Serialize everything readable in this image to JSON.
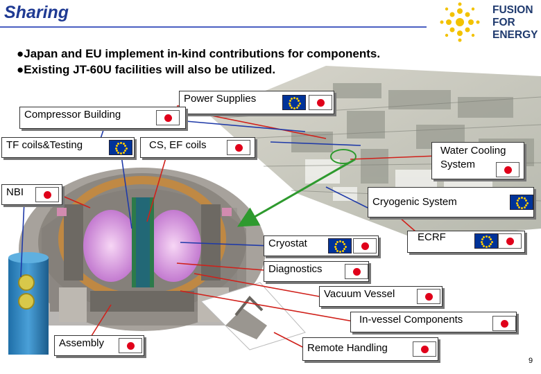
{
  "title": "Sharing",
  "bullets": [
    "●Japan and EU implement in-kind contributions for components.",
    "●Existing JT-60U facilities will also be utilized."
  ],
  "logo": {
    "line1": "FUSION",
    "line2": "FOR",
    "line3": "ENERGY"
  },
  "labels": {
    "power_supplies": "Power Supplies",
    "compressor_building": "Compressor Building",
    "tf_coils": "TF coils&Testing",
    "cs_ef_coils": "CS, EF coils",
    "water_cooling_1": "Water Cooling",
    "water_cooling_2": "System",
    "nbi": "NBI",
    "cryogenic": "Cryogenic System",
    "cryostat": "Cryostat",
    "ecrf": "ECRF",
    "diagnostics": "Diagnostics",
    "vacuum_vessel": "Vacuum Vessel",
    "in_vessel": "In-vessel Components",
    "assembly": "Assembly",
    "remote_handling": "Remote Handling"
  },
  "flag_icons": {
    "japan": "japan-flag-icon",
    "eu": "eu-flag-icon"
  },
  "colors": {
    "title": "#1f3a93",
    "japan_red": "#e0001a",
    "eu_blue": "#003399",
    "red_line": "#d0201a",
    "blue_line": "#1f3aa8",
    "green_arrow": "#2e9a2e"
  },
  "page_number": "9"
}
